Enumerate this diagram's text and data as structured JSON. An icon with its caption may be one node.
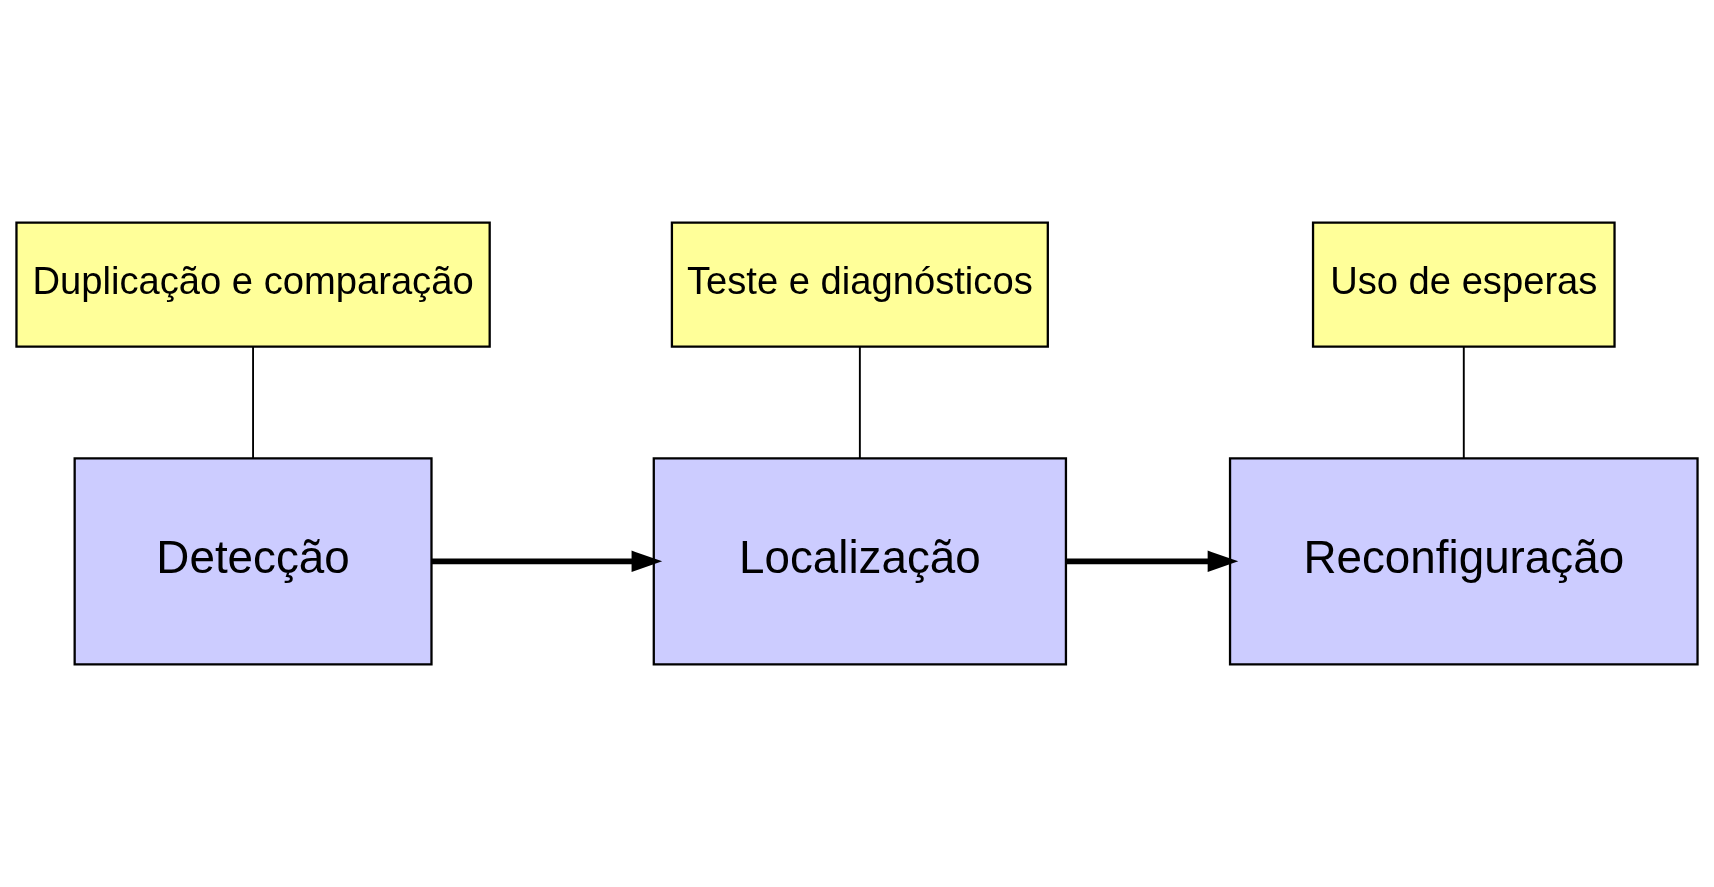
{
  "diagram": {
    "nodes": [
      {
        "text": [
          "Detecção"
        ]
      },
      {
        "text": [
          "Localização"
        ]
      },
      {
        "text": [
          "Reconfiguração"
        ]
      },
      {
        "text": [
          "Duplicação e comparação"
        ]
      },
      {
        "text": [
          "Uso de esperas"
        ]
      },
      {
        "text": [
          "Teste e diagnósticos"
        ]
      }
    ],
    "edges": [
      {
        "from": 0,
        "to": 1,
        "arrow": "to",
        "style": "thick"
      },
      {
        "from": 1,
        "to": 2,
        "arrow": "to",
        "style": "thick"
      },
      {
        "from": 3,
        "to": 0,
        "arrow": "none"
      },
      {
        "from": 4,
        "to": 2,
        "arrow": "none"
      },
      {
        "from": 5,
        "to": 1,
        "arrow": "none"
      }
    ]
  }
}
